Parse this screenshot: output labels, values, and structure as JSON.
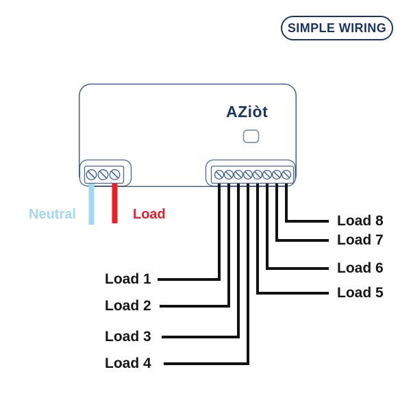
{
  "badge": {
    "label": "SIMPLE WIRING"
  },
  "device": {
    "logo_text": "AZiòt"
  },
  "mains": {
    "neutral_label": "Neutral",
    "live_label": "Load"
  },
  "load_labels": [
    "Load 1",
    "Load 2",
    "Load 3",
    "Load 4",
    "Load 5",
    "Load 6",
    "Load 7",
    "Load 8"
  ],
  "colors": {
    "brand_navy": "#1c3663",
    "device_outline": "#4a6590",
    "neutral_blue": "#a0d9f0",
    "load_red": "#ee1c25",
    "wire_black": "#121212"
  }
}
